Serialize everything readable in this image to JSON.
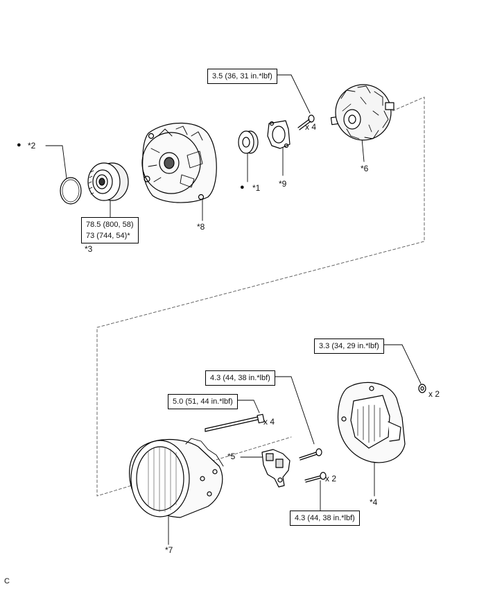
{
  "torque_specs": {
    "rotor_bolt": "3.5 (36, 31 in.*lbf)",
    "pulley_main": "78.5 (800, 58)",
    "pulley_alt": "73 (744, 54)*",
    "rear_cover_nut": "3.3 (34, 29 in.*lbf)",
    "regulator_bolt_upper": "4.3 (44, 38 in.*lbf)",
    "through_bolt": "5.0 (51, 44 in.*lbf)",
    "regulator_bolt_lower": "4.3 (44, 38 in.*lbf)"
  },
  "callouts": {
    "c1": "*1",
    "c2": "*2",
    "c3": "*3",
    "c4": "*4",
    "c5": "*5",
    "c6": "*6",
    "c7": "*7",
    "c8": "*8",
    "c9": "*9"
  },
  "quantities": {
    "rotor_bolt": "x 4",
    "rear_cover_nut": "x 2",
    "through_bolt": "x 4",
    "regulator_bolt_lower": "x 2"
  },
  "bullet_symbol": "●",
  "corner_mark": "C"
}
